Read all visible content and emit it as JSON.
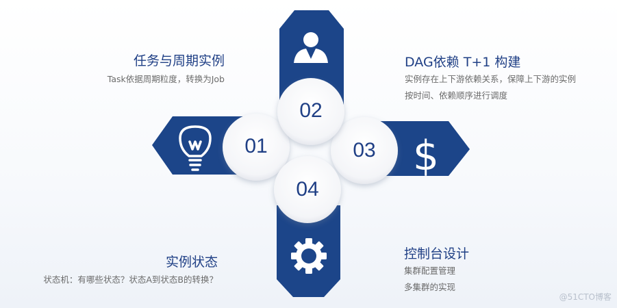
{
  "accent_color": "#1c4589",
  "circle_color": "#ffffff",
  "items": [
    {
      "number": "01",
      "icon": "lightbulb-icon",
      "title": "任务与周期实例",
      "desc": [
        "Task依据周期粒度，转换为Job"
      ]
    },
    {
      "number": "02",
      "icon": "person-icon",
      "title": "DAG依赖 T+1 构建",
      "desc": [
        "实例存在上下游依赖关系，保障上下游的实例",
        "按时间、依赖顺序进行调度"
      ]
    },
    {
      "number": "03",
      "icon": "dollar-icon",
      "title": "控制台设计",
      "desc": [
        "集群配置管理",
        "多集群的实现"
      ]
    },
    {
      "number": "04",
      "icon": "gear-icon",
      "title": "实例状态",
      "desc": [
        "状态机：有哪些状态？状态A到状态B的转换？"
      ]
    }
  ],
  "watermark": "@51CTO博客"
}
